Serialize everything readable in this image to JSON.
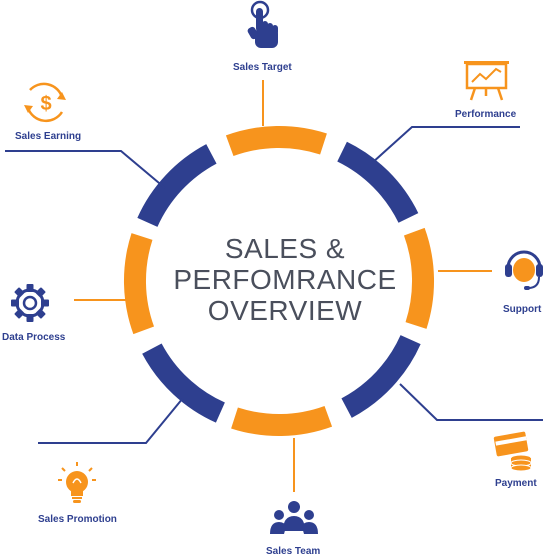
{
  "title": {
    "line1": "SALES &",
    "line2": "PERFOMRANCE",
    "line3": "OVERVIEW"
  },
  "colors": {
    "orange": "#f7941d",
    "navy": "#2e3f8f",
    "text": "#4a4f5c"
  },
  "ring": [
    {
      "color": "orange"
    },
    {
      "color": "navy"
    },
    {
      "color": "orange"
    },
    {
      "color": "navy"
    },
    {
      "color": "orange"
    },
    {
      "color": "navy"
    },
    {
      "color": "orange"
    },
    {
      "color": "navy"
    }
  ],
  "items": {
    "sales_target": {
      "label": "Sales Target",
      "icon": "pointer-hand-icon",
      "color": "orange"
    },
    "performance": {
      "label": "Performance",
      "icon": "presentation-chart-icon",
      "color": "orange"
    },
    "support": {
      "label": "Support",
      "icon": "headset-icon",
      "color": "orange"
    },
    "payment": {
      "label": "Payment",
      "icon": "card-coins-icon",
      "color": "orange"
    },
    "sales_team": {
      "label": "Sales Team",
      "icon": "team-icon",
      "color": "navy"
    },
    "sales_promotion": {
      "label": "Sales Promotion",
      "icon": "lightbulb-icon",
      "color": "orange"
    },
    "data_process": {
      "label": "Data Process",
      "icon": "gear-icon",
      "color": "navy"
    },
    "sales_earning": {
      "label": "Sales Earning",
      "icon": "dollar-cycle-icon",
      "color": "orange"
    }
  }
}
